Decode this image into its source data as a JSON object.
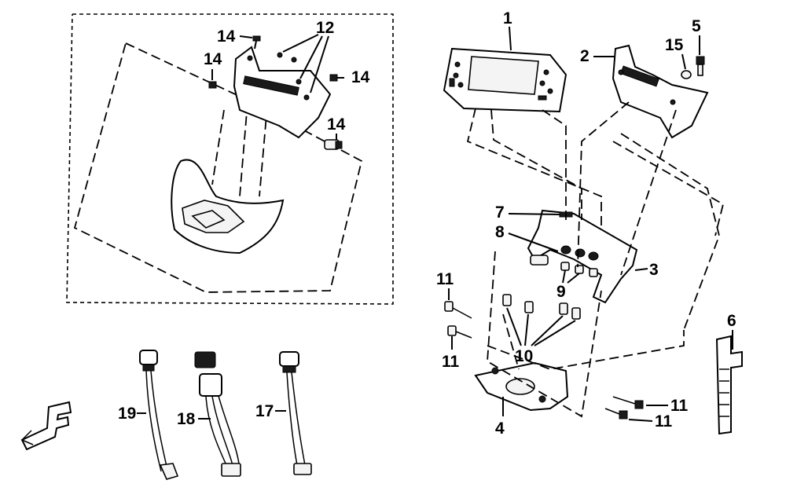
{
  "callouts": {
    "c1": "1",
    "c2": "2",
    "c3": "3",
    "c4": "4",
    "c5": "5",
    "c6": "6",
    "c7": "7",
    "c8": "8",
    "c9": "9",
    "c10": "10",
    "c11a": "11",
    "c11b": "11",
    "c11c": "11",
    "c11d": "11",
    "c12": "12",
    "c14a": "14",
    "c14b": "14",
    "c14c": "14",
    "c14d": "14",
    "c15": "15",
    "c17": "17",
    "c18": "18",
    "c19": "19"
  },
  "icons": [
    "front-direction-arrow-icon"
  ]
}
